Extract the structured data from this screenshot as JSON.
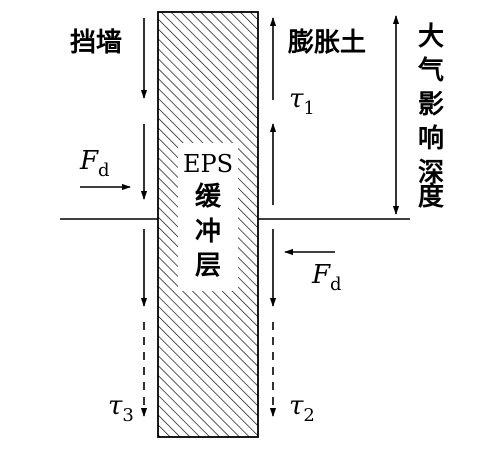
{
  "labels": {
    "retaining_wall": "挡墙",
    "expansive_soil": "膨胀土",
    "eps_line1": "EPS",
    "eps_line2": "缓",
    "eps_line3": "冲",
    "eps_line4": "层",
    "atmos_depth": [
      "大",
      "气",
      "影",
      "响",
      "深",
      "度"
    ],
    "tau1": "τ",
    "tau1_sub": "1",
    "tau2": "τ",
    "tau2_sub": "2",
    "tau3": "τ",
    "tau3_sub": "3",
    "force_left": "F",
    "force_left_sub": "d",
    "force_right": "F",
    "force_right_sub": "d"
  },
  "colors": {
    "ink": "#000000",
    "background": "#ffffff"
  }
}
